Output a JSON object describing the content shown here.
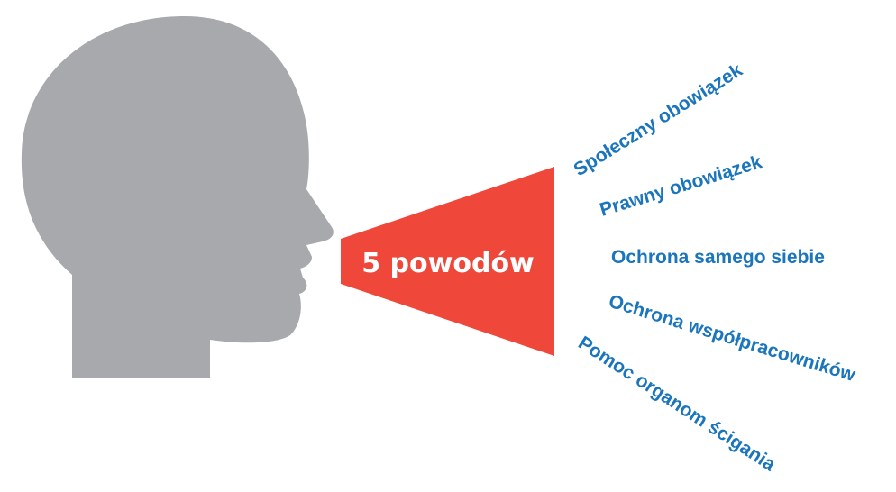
{
  "colors": {
    "head": "#a7a9ac",
    "cone": "#ef473a",
    "center_text": "#ffffff",
    "reason_text": "#1a75bc",
    "background": "#ffffff"
  },
  "center_label": "5 powodów",
  "reasons": [
    "Społeczny obowiązek",
    "Prawny obowiązek",
    "Ochrona samego siebie",
    "Ochrona współpracowników",
    "Pomoc organom ścigania"
  ]
}
